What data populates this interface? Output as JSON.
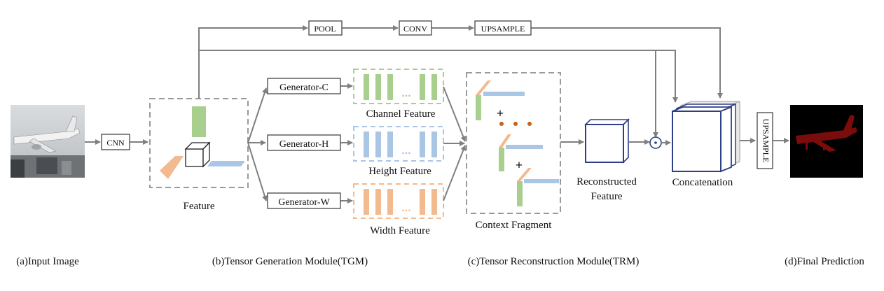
{
  "modules": {
    "input_image": "(a)Input Image",
    "tgm": "(b)Tensor Generation Module(TGM)",
    "trm": "(c)Tensor Reconstruction Module(TRM)",
    "final_prediction": "(d)Final Prediction"
  },
  "ops": {
    "cnn": "CNN",
    "pool": "POOL",
    "conv": "CONV",
    "upsample_top": "UPSAMPLE",
    "upsample_right": "UPSAMPLE",
    "dot": "⊙"
  },
  "generators": {
    "c": "Generator-C",
    "h": "Generator-H",
    "w": "Generator-W"
  },
  "features": {
    "feature": "Feature",
    "channel": "Channel Feature",
    "height": "Height Feature",
    "width": "Width Feature",
    "context_fragment": "Context Fragment",
    "reconstructed_line1": "Reconstructed",
    "reconstructed_line2": "Feature",
    "concatenation": "Concatenation",
    "plus": "+",
    "dots": "..."
  },
  "colors": {
    "arrow": "#7f7f7f",
    "green": "#a9cf8f",
    "blue": "#a9c6e5",
    "orange": "#f3b98f",
    "navy": "#2e3f85",
    "dot_orange": "#c8621a",
    "airplane_red": "#7a0c0c"
  }
}
